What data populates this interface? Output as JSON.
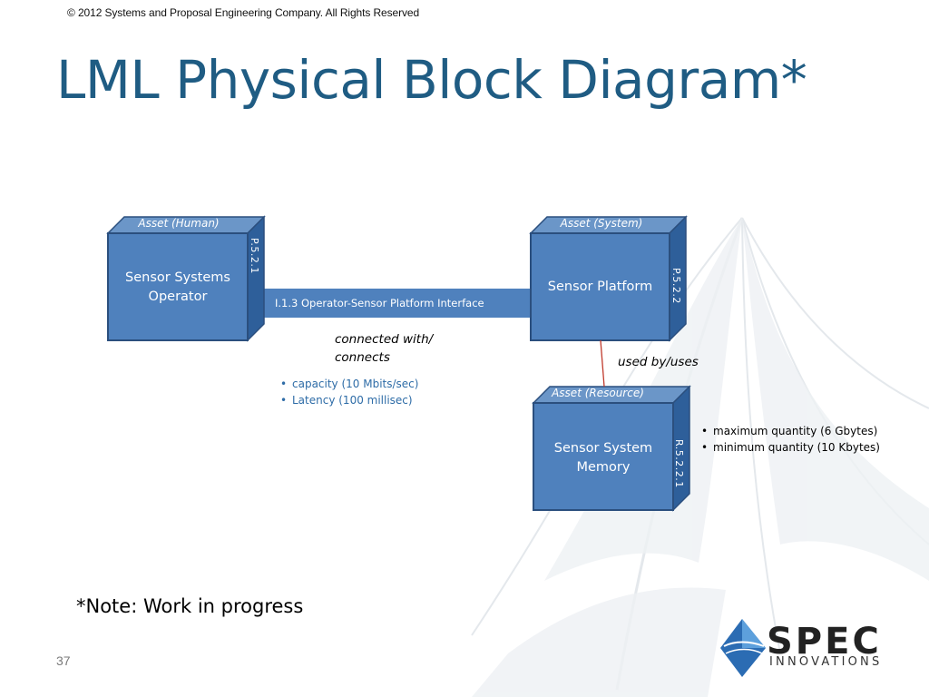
{
  "copyright": "© 2012 Systems and Proposal Engineering Company.  All Rights Reserved",
  "title": "LML Physical Block Diagram*",
  "colors": {
    "title": "#1f5c83",
    "block_front": "#4f81bd",
    "block_side": "#2e5f9a",
    "block_top": "#6b96c8",
    "relationship_line": "#c0392b",
    "bullet_blue": "#2e6ca7"
  },
  "diagram": {
    "blocks": [
      {
        "id": "operator",
        "type_label": "Asset (Human)",
        "name_line1": "Sensor Systems",
        "name_line2": "Operator",
        "number": "P.5.2.1"
      },
      {
        "id": "platform",
        "type_label": "Asset (System)",
        "name_line1": "Sensor Platform",
        "name_line2": "",
        "number": "P.5.2.2"
      },
      {
        "id": "memory",
        "type_label": "Asset (Resource)",
        "name_line1": "Sensor System",
        "name_line2": "Memory",
        "number": "R.5.2.2.1"
      }
    ],
    "interface": {
      "label": "I.1.3 Operator-Sensor Platform Interface",
      "relationship_line1": "connected with/",
      "relationship_line2": "connects",
      "attributes": [
        "capacity (10 Mbits/sec)",
        "Latency (100 millisec)"
      ]
    },
    "resource_link": {
      "relationship": "used by/uses"
    },
    "resource_attributes": [
      "maximum quantity (6 Gbytes)",
      "minimum quantity (10 Kbytes)"
    ]
  },
  "note": "*Note: Work in progress",
  "page_number": "37",
  "logo": {
    "name": "SPEC",
    "subtitle": "INNOVATIONS",
    "icon": "diamond-logo-icon"
  }
}
